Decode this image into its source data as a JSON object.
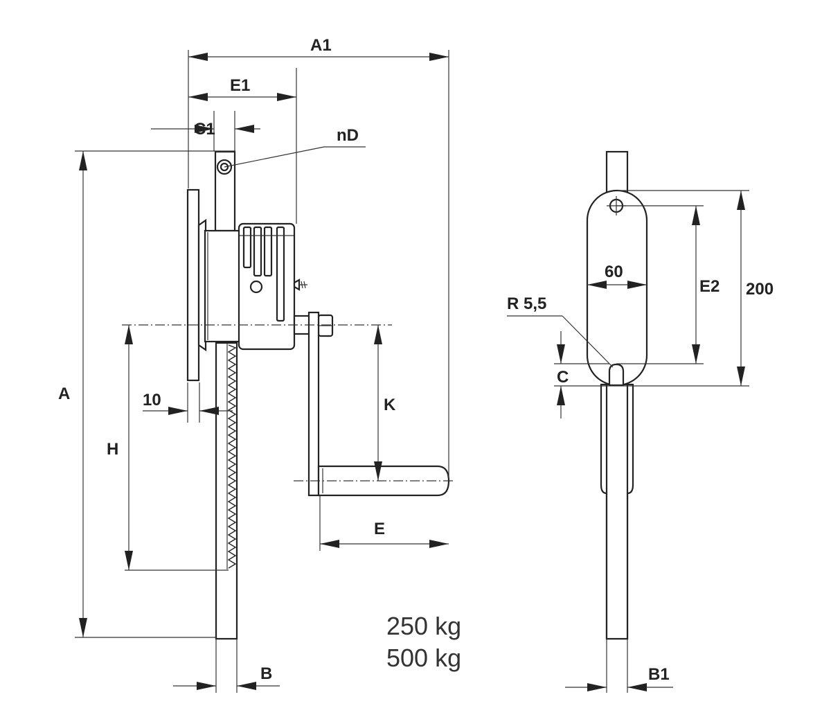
{
  "dimensions": {
    "a1": "A1",
    "e1": "E1",
    "c1": "C1",
    "nd": "nD",
    "a": "A",
    "ten": "10",
    "h": "H",
    "k": "K",
    "e": "E",
    "b": "B",
    "sixty": "60",
    "e2": "E2",
    "two_hundred": "200",
    "radius": "R 5,5",
    "c": "C",
    "b1": "B1"
  },
  "loads": [
    "250 kg",
    "500 kg"
  ],
  "colors": {
    "line": "#222222",
    "text": "#222222",
    "background": "#ffffff"
  }
}
